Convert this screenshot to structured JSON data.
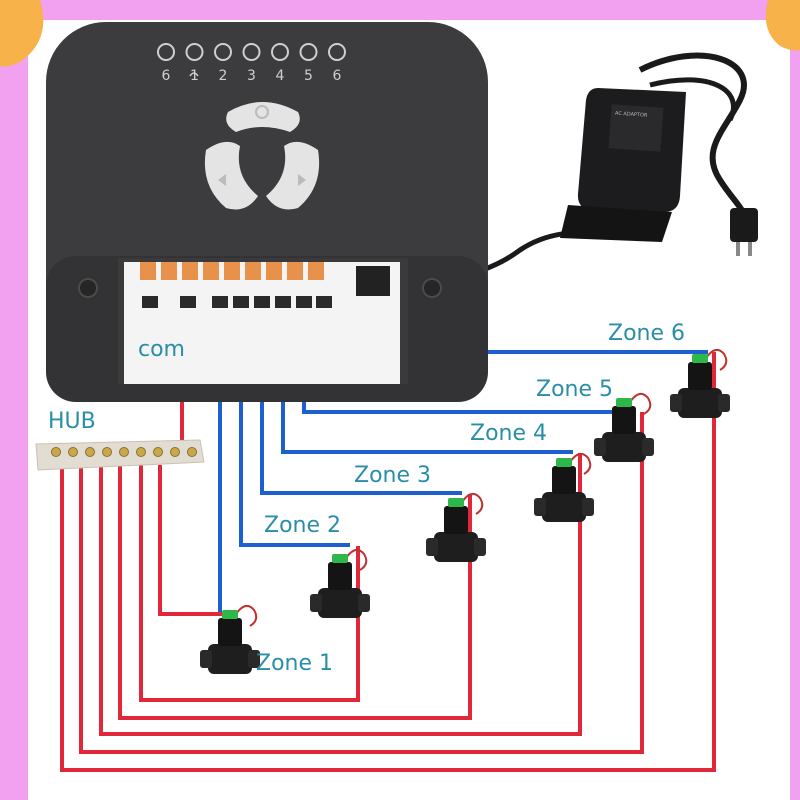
{
  "controller": {
    "led_labels": [
      "6",
      "1",
      "2",
      "3",
      "4",
      "5",
      "6"
    ],
    "com_label": "com"
  },
  "hub_label": "HUB",
  "zones": [
    "Zone 1",
    "Zone 2",
    "Zone 3",
    "Zone 4",
    "Zone 5",
    "Zone 6"
  ],
  "colors": {
    "border": "#f2a0f0",
    "controller": "#3c3c3e",
    "live_wire": "#e0283a",
    "signal_wire": "#1e5fd0",
    "label": "#2a8ea8",
    "terminal": "#e8914a"
  }
}
